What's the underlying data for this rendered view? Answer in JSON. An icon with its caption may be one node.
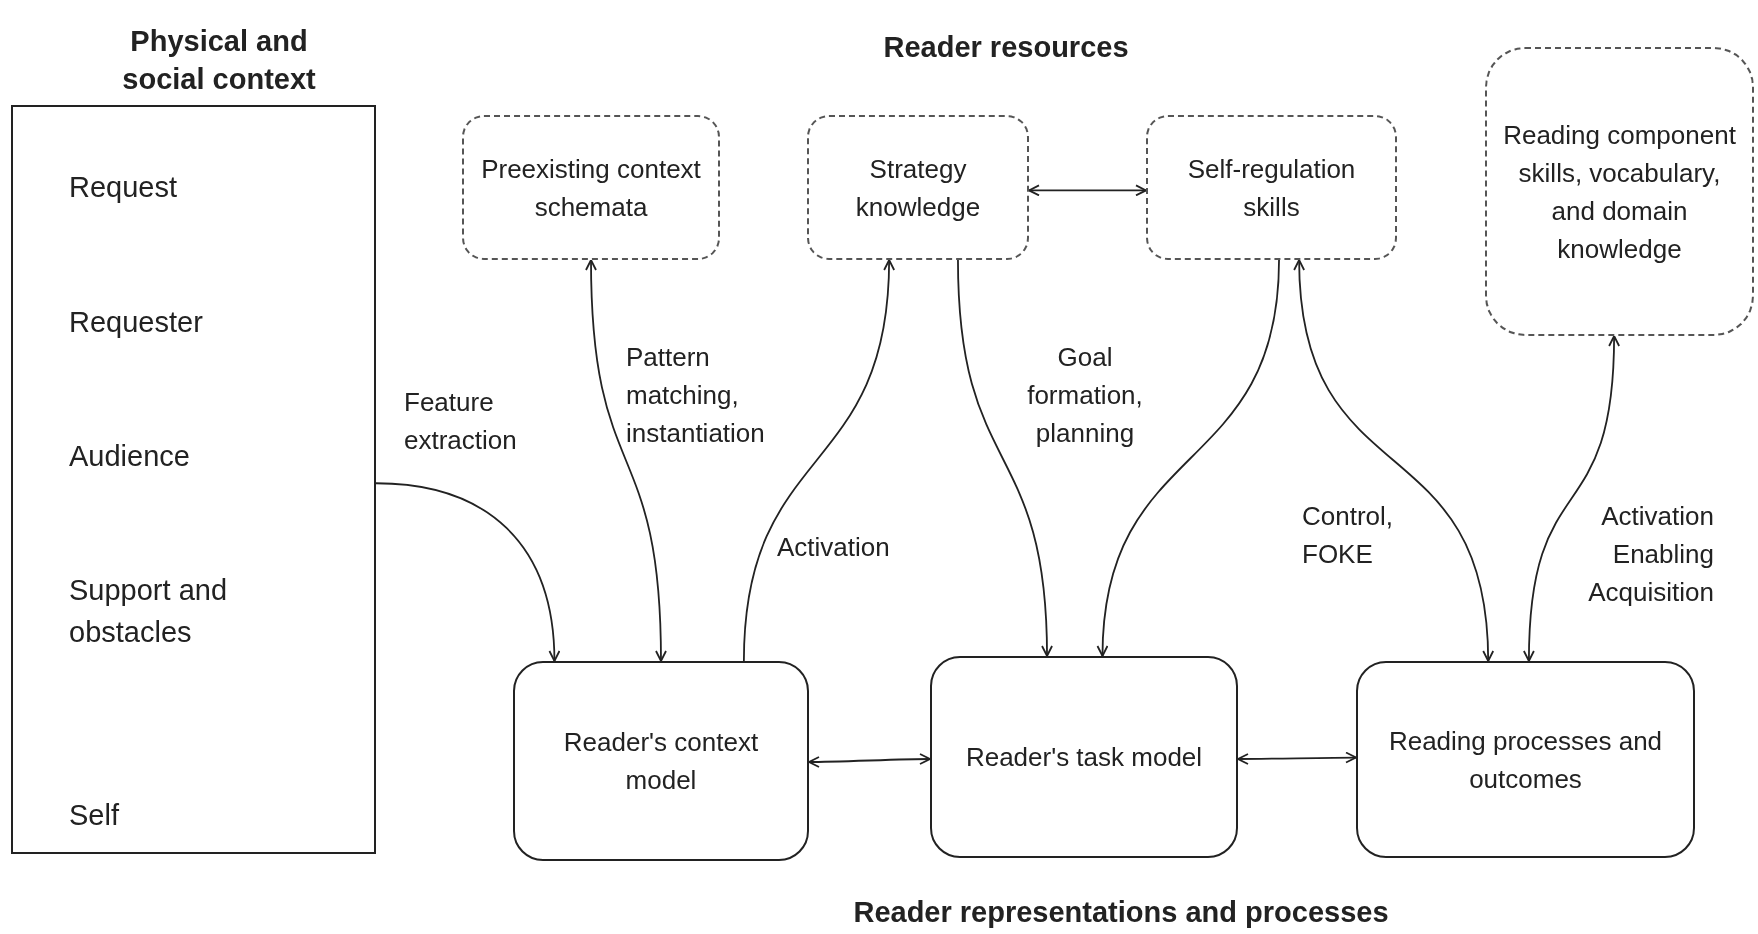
{
  "diagram": {
    "nodes": [
      {
        "text": [
          "Physical and social context",
          "Request",
          "Requester",
          "Audience",
          "Support and obstacles",
          "Self"
        ]
      },
      {
        "text": [
          "Preexisting context schemata"
        ]
      },
      {
        "text": [
          "Strategy knowledge"
        ]
      },
      {
        "text": [
          "Self-regulation skills"
        ]
      },
      {
        "text": [
          "Reading component skills, vocabulary, and domain knowledge"
        ]
      },
      {
        "text": [
          "Reader's context model"
        ]
      },
      {
        "text": [
          "Reader's task model"
        ]
      },
      {
        "text": [
          "Reading processes and outcomes"
        ]
      }
    ],
    "edges": [
      {
        "from": 0,
        "to": 5,
        "arrow": "to",
        "label": "Feature extraction"
      },
      {
        "from": 1,
        "to": 5,
        "arrow": "both",
        "label": "Pattern matching, instantiation"
      },
      {
        "from": 5,
        "to": 2,
        "arrow": "to",
        "label": "Activation"
      },
      {
        "from": 2,
        "to": 6,
        "arrow": "to",
        "label": "Goal formation, planning"
      },
      {
        "from": 2,
        "to": 3,
        "arrow": "both"
      },
      {
        "from": 3,
        "to": 6,
        "arrow": "to"
      },
      {
        "from": 3,
        "to": 7,
        "arrow": "both",
        "label": "Control, FOKE"
      },
      {
        "from": 4,
        "to": 7,
        "arrow": "both",
        "label": "Activation Enabling Acquisition"
      },
      {
        "from": 5,
        "to": 6,
        "arrow": "both"
      },
      {
        "from": 6,
        "to": 7,
        "arrow": "both"
      }
    ],
    "labels": [
      "Reader resources",
      "Reader representations and processes"
    ]
  }
}
